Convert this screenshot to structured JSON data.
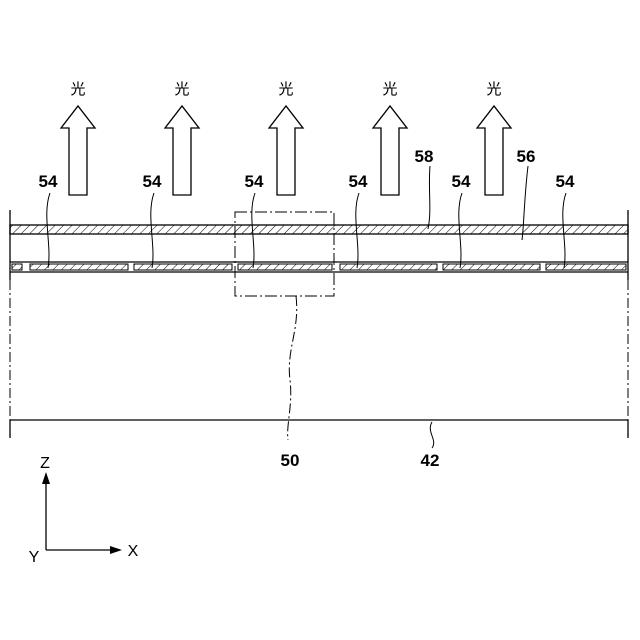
{
  "diagram": {
    "light_arrows": [
      {
        "label": "光"
      },
      {
        "label": "光"
      },
      {
        "label": "光"
      },
      {
        "label": "光"
      },
      {
        "label": "光"
      }
    ],
    "segment_labels": [
      "54",
      "54",
      "54",
      "54",
      "54",
      "54"
    ],
    "layer_labels": {
      "top_film": "58",
      "gap": "56"
    },
    "detail_label": "50",
    "substrate_label": "42",
    "axes": {
      "z": "Z",
      "x": "X",
      "y": "Y"
    }
  }
}
